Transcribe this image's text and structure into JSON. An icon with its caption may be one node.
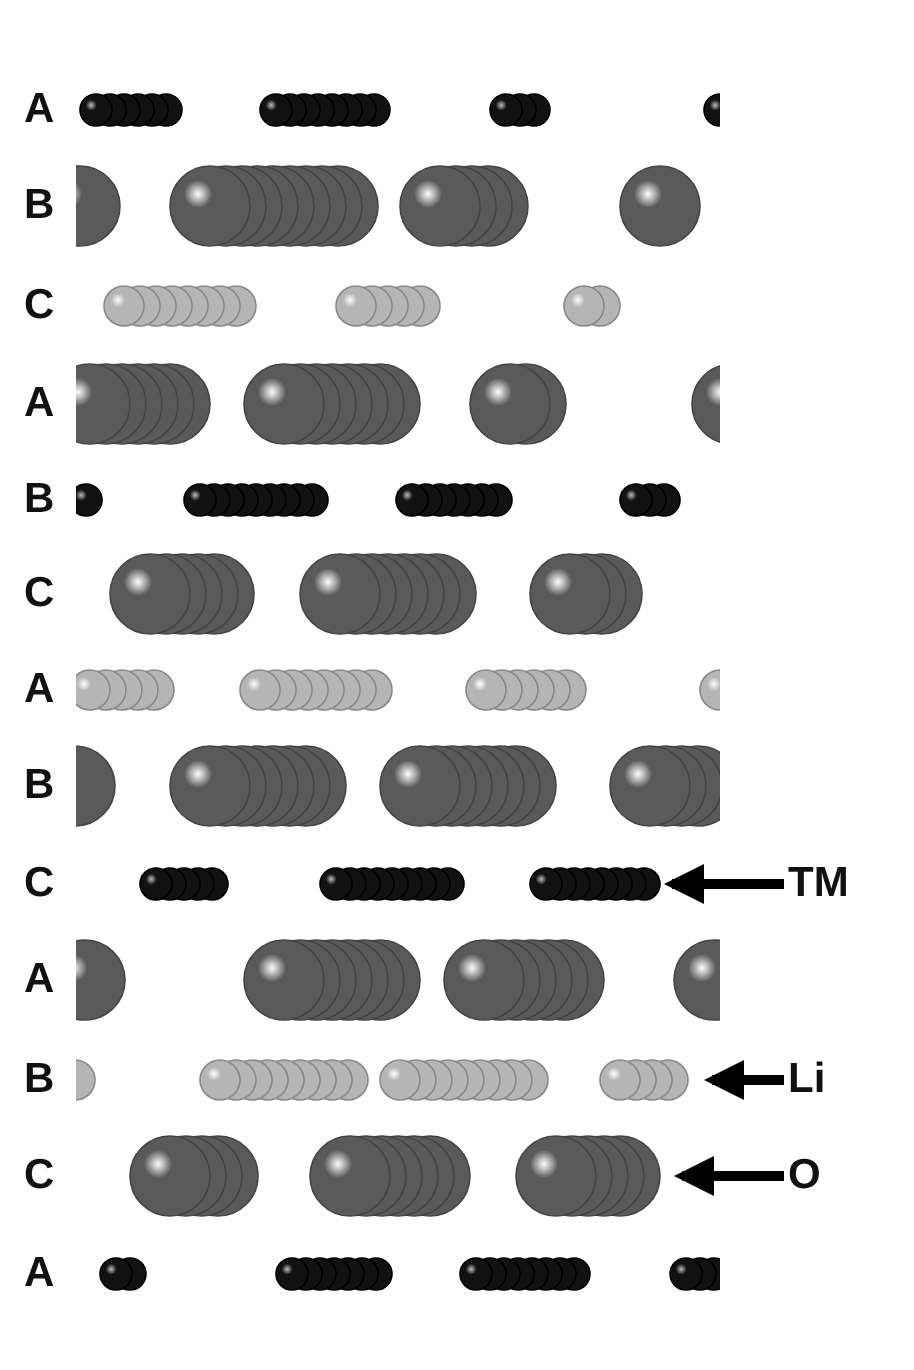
{
  "diagram": {
    "nodes": [
      {
        "text": [
          "TM"
        ]
      },
      {
        "text": [
          "Li"
        ]
      },
      {
        "text": [
          "O"
        ]
      },
      {
        "text": [],
        "shape": "circle"
      },
      {
        "text": [],
        "shape": "circle"
      },
      {
        "text": [],
        "shape": "circle"
      }
    ],
    "edges": [
      {
        "from": 0,
        "to": 3,
        "arrow": "to"
      },
      {
        "from": 1,
        "to": 4,
        "arrow": "to"
      },
      {
        "from": 2,
        "to": 5,
        "arrow": "to"
      }
    ],
    "labels": [
      "A",
      "B",
      "C",
      "A",
      "B",
      "C",
      "A",
      "B",
      "C",
      "A",
      "B",
      "C",
      "A"
    ]
  }
}
